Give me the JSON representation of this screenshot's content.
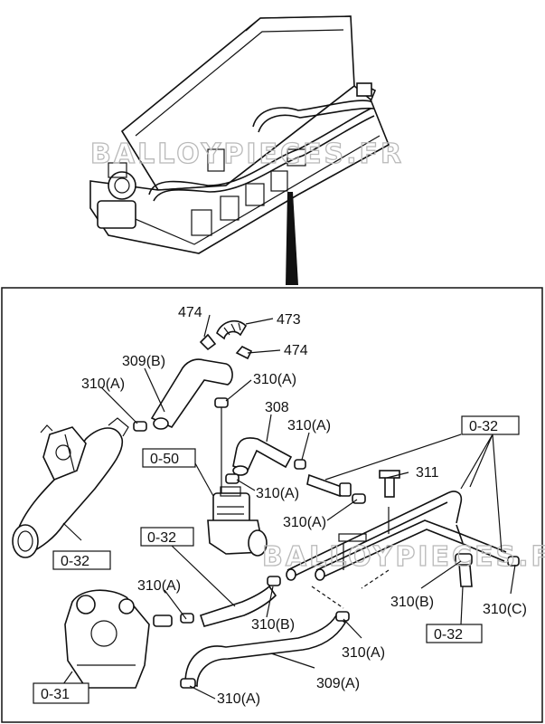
{
  "watermark": "BALLOYPIECES.FR",
  "callouts": {
    "c474_top": "474",
    "c473": "473",
    "c474_right": "474",
    "c309b": "309(B)",
    "c310a_1": "310(A)",
    "c310a_2": "310(A)",
    "c308": "308",
    "c310a_3": "310(A)",
    "c311": "311",
    "c310a_4": "310(A)",
    "c310a_5": "310(A)",
    "c310a_6": "310(A)",
    "c310b_1": "310(B)",
    "c310a_7": "310(A)",
    "c309a": "309(A)",
    "c310a_8": "310(A)",
    "c310b_2": "310(B)",
    "c310c": "310(C)"
  },
  "refboxes": {
    "r032_top": "0-32",
    "r050": "0-50",
    "r032_left": "0-32",
    "r032_mid": "0-32",
    "r032_bottom": "0-32",
    "r031": "0-31"
  }
}
